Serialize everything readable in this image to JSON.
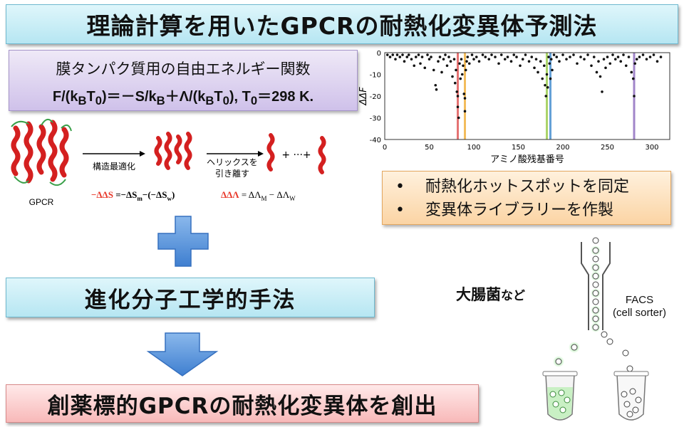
{
  "title": "理論計算を用いたGPCRの耐熱化変異体予測法",
  "formula": {
    "line1": "膜タンパク質用の自由エネルギー関数",
    "line2_parts": [
      "F/(k",
      "B",
      "T",
      "0",
      ")＝－S/k",
      "B",
      "＋Λ/(k",
      "B",
      "T",
      "0",
      "), T",
      "0",
      "＝298 K."
    ]
  },
  "scheme": {
    "gpcr_label": "GPCR",
    "arrow1_label": "構造最適化",
    "arrow2_label_line1": "ヘリックスを",
    "arrow2_label_line2": "引き離す",
    "ellipsis": "+ ···+",
    "eq_entropy_parts": [
      "−ΔΔS",
      " =−ΔS",
      "m",
      "−(−ΔS",
      "w",
      ")"
    ],
    "eq_lambda_parts": [
      "ΔΔΛ",
      " = ΔΛ",
      "M",
      " − ΔΛ",
      "W"
    ],
    "colors": {
      "protein": "#d42020",
      "highlight": "#e8382a"
    }
  },
  "method_label": "進化分子工学的手法",
  "result_label": "創薬標的GPCRの耐熱化変異体を創出",
  "bullets": [
    "耐熱化ホットスポットを同定",
    "変異体ライブラリーを作製"
  ],
  "ecoli": {
    "main": "大腸菌",
    "suffix": "など"
  },
  "facs": {
    "line1": "FACS",
    "line2": "(cell sorter)"
  },
  "chart_data": {
    "type": "scatter",
    "xlabel": "アミノ酸残基番号",
    "ylabel": "ΔΔF",
    "xlim": [
      0,
      320
    ],
    "ylim": [
      -40,
      0
    ],
    "xticks": [
      "0",
      "50",
      "100",
      "150",
      "200",
      "250",
      "300"
    ],
    "yticks": [
      "0",
      "-10",
      "-20",
      "-30",
      "-40"
    ],
    "highlight_lines": [
      {
        "x": 82,
        "color": "#e05a5a"
      },
      {
        "x": 90,
        "color": "#f0b040"
      },
      {
        "x": 182,
        "color": "#9ccc50"
      },
      {
        "x": 186,
        "color": "#4a90d0"
      },
      {
        "x": 280,
        "color": "#9070c0"
      }
    ],
    "points": [
      [
        3,
        -1
      ],
      [
        6,
        -2
      ],
      [
        9,
        -1
      ],
      [
        12,
        -3
      ],
      [
        14,
        -1
      ],
      [
        17,
        -2
      ],
      [
        20,
        -1
      ],
      [
        22,
        -4
      ],
      [
        25,
        -2
      ],
      [
        27,
        -1
      ],
      [
        30,
        -3
      ],
      [
        33,
        -6
      ],
      [
        35,
        -2
      ],
      [
        38,
        -1
      ],
      [
        40,
        -5
      ],
      [
        42,
        -2
      ],
      [
        45,
        -7
      ],
      [
        48,
        -1
      ],
      [
        50,
        -3
      ],
      [
        52,
        -2
      ],
      [
        55,
        -8
      ],
      [
        57,
        -15
      ],
      [
        58,
        -17
      ],
      [
        60,
        -4
      ],
      [
        62,
        -2
      ],
      [
        64,
        -9
      ],
      [
        66,
        -3
      ],
      [
        68,
        -1
      ],
      [
        70,
        -6
      ],
      [
        72,
        -2
      ],
      [
        74,
        -4
      ],
      [
        76,
        -11
      ],
      [
        78,
        -3
      ],
      [
        79,
        -14
      ],
      [
        80,
        -8
      ],
      [
        81,
        -18
      ],
      [
        82,
        -20
      ],
      [
        82,
        -25
      ],
      [
        83,
        -30
      ],
      [
        84,
        -5
      ],
      [
        85,
        -12
      ],
      [
        86,
        -3
      ],
      [
        87,
        -10
      ],
      [
        88,
        -6
      ],
      [
        89,
        -19
      ],
      [
        90,
        -21
      ],
      [
        90,
        -27
      ],
      [
        91,
        -8
      ],
      [
        92,
        -4
      ],
      [
        93,
        -2
      ],
      [
        95,
        -5
      ],
      [
        98,
        -1
      ],
      [
        100,
        -3
      ],
      [
        103,
        -2
      ],
      [
        106,
        -4
      ],
      [
        110,
        -1
      ],
      [
        113,
        -2
      ],
      [
        117,
        -3
      ],
      [
        120,
        -1
      ],
      [
        124,
        -2
      ],
      [
        128,
        -5
      ],
      [
        131,
        -1
      ],
      [
        135,
        -3
      ],
      [
        138,
        -2
      ],
      [
        142,
        -4
      ],
      [
        145,
        -1
      ],
      [
        148,
        -2
      ],
      [
        152,
        -6
      ],
      [
        155,
        -3
      ],
      [
        158,
        -1
      ],
      [
        162,
        -4
      ],
      [
        165,
        -2
      ],
      [
        168,
        -7
      ],
      [
        170,
        -3
      ],
      [
        172,
        -9
      ],
      [
        175,
        -4
      ],
      [
        177,
        -12
      ],
      [
        179,
        -6
      ],
      [
        180,
        -15
      ],
      [
        181,
        -20
      ],
      [
        182,
        -10
      ],
      [
        183,
        -16
      ],
      [
        184,
        -2
      ],
      [
        185,
        -5
      ],
      [
        186,
        -12
      ],
      [
        187,
        -3
      ],
      [
        188,
        -8
      ],
      [
        190,
        -1
      ],
      [
        193,
        -2
      ],
      [
        196,
        -4
      ],
      [
        200,
        -1
      ],
      [
        204,
        -3
      ],
      [
        208,
        -2
      ],
      [
        212,
        -1
      ],
      [
        216,
        -5
      ],
      [
        220,
        -2
      ],
      [
        224,
        -3
      ],
      [
        228,
        -1
      ],
      [
        232,
        -6
      ],
      [
        235,
        -2
      ],
      [
        238,
        -9
      ],
      [
        240,
        -4
      ],
      [
        242,
        -11
      ],
      [
        244,
        -18
      ],
      [
        246,
        -3
      ],
      [
        248,
        -7
      ],
      [
        250,
        -2
      ],
      [
        253,
        -5
      ],
      [
        256,
        -1
      ],
      [
        259,
        -3
      ],
      [
        262,
        -2
      ],
      [
        265,
        -4
      ],
      [
        268,
        -1
      ],
      [
        271,
        -6
      ],
      [
        274,
        -2
      ],
      [
        277,
        -9
      ],
      [
        279,
        -12
      ],
      [
        280,
        -20
      ],
      [
        281,
        -5
      ],
      [
        283,
        -3
      ],
      [
        286,
        -2
      ],
      [
        290,
        -1
      ],
      [
        294,
        -3
      ],
      [
        298,
        -2
      ],
      [
        302,
        -1
      ],
      [
        306,
        -4
      ],
      [
        310,
        -2
      ]
    ]
  }
}
